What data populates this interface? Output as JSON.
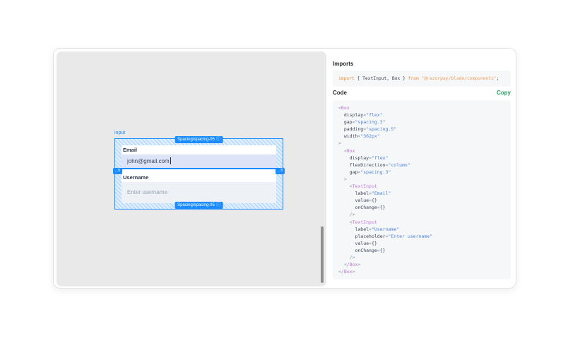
{
  "canvas": {
    "frame_label": "input",
    "spacing_badges": {
      "top": "Spacing/spacing-05",
      "bottom": "Spacing/spacing-05",
      "left": "...5",
      "right": "...5"
    },
    "form": {
      "email": {
        "label": "Email",
        "value": "john@gmail.com"
      },
      "username": {
        "label": "Username",
        "placeholder": "Enter username"
      }
    }
  },
  "panel": {
    "imports": {
      "heading": "Imports",
      "tokens": [
        [
          "kw",
          "import"
        ],
        [
          "pl",
          " { TextInput, Box } "
        ],
        [
          "kw",
          "from"
        ],
        [
          "pl",
          " "
        ],
        [
          "strimp",
          "\"@razorpay/blade/components\""
        ],
        [
          "pl",
          ";"
        ]
      ]
    },
    "code": {
      "heading": "Code",
      "copy_label": "Copy",
      "lines": [
        [
          [
            "p",
            "<"
          ],
          [
            "tag",
            "Box"
          ]
        ],
        [
          [
            "pl",
            "  display"
          ],
          [
            "p",
            "="
          ],
          [
            "str",
            "\"flex\""
          ]
        ],
        [
          [
            "pl",
            "  gap"
          ],
          [
            "p",
            "="
          ],
          [
            "str",
            "\"spacing.3\""
          ]
        ],
        [
          [
            "pl",
            "  padding"
          ],
          [
            "p",
            "="
          ],
          [
            "str",
            "\"spacing.5\""
          ]
        ],
        [
          [
            "pl",
            "  width"
          ],
          [
            "p",
            "="
          ],
          [
            "str",
            "\"362px\""
          ]
        ],
        [
          [
            "p",
            ">"
          ]
        ],
        [
          [
            "pl",
            "  "
          ],
          [
            "p",
            "<"
          ],
          [
            "tag",
            "Box"
          ]
        ],
        [
          [
            "pl",
            "    display"
          ],
          [
            "p",
            "="
          ],
          [
            "str",
            "\"flex\""
          ]
        ],
        [
          [
            "pl",
            "    flexDirection"
          ],
          [
            "p",
            "="
          ],
          [
            "str",
            "\"column\""
          ]
        ],
        [
          [
            "pl",
            "    gap"
          ],
          [
            "p",
            "="
          ],
          [
            "str",
            "\"spacing.3\""
          ]
        ],
        [
          [
            "pl",
            "  "
          ],
          [
            "p",
            ">"
          ]
        ],
        [
          [
            "pl",
            "    "
          ],
          [
            "p",
            "<"
          ],
          [
            "tag",
            "TextInput"
          ]
        ],
        [
          [
            "pl",
            "      label"
          ],
          [
            "p",
            "="
          ],
          [
            "str",
            "\"Email\""
          ]
        ],
        [
          [
            "pl",
            "      value"
          ],
          [
            "p",
            "="
          ],
          [
            "pl",
            "{}"
          ]
        ],
        [
          [
            "pl",
            "      onChange"
          ],
          [
            "p",
            "="
          ],
          [
            "pl",
            "{}"
          ]
        ],
        [
          [
            "pl",
            "    "
          ],
          [
            "p",
            "/>"
          ]
        ],
        [
          [
            "pl",
            "    "
          ],
          [
            "p",
            "<"
          ],
          [
            "tag",
            "TextInput"
          ]
        ],
        [
          [
            "pl",
            "      label"
          ],
          [
            "p",
            "="
          ],
          [
            "str",
            "\"Username\""
          ]
        ],
        [
          [
            "pl",
            "      placeholder"
          ],
          [
            "p",
            "="
          ],
          [
            "str",
            "\"Enter username\""
          ]
        ],
        [
          [
            "pl",
            "      value"
          ],
          [
            "p",
            "="
          ],
          [
            "pl",
            "{}"
          ]
        ],
        [
          [
            "pl",
            "      onChange"
          ],
          [
            "p",
            "="
          ],
          [
            "pl",
            "{}"
          ]
        ],
        [
          [
            "pl",
            "    "
          ],
          [
            "p",
            "/>"
          ]
        ],
        [
          [
            "pl",
            "  "
          ],
          [
            "p",
            "</"
          ],
          [
            "tag",
            "Box"
          ],
          [
            "p",
            ">"
          ]
        ],
        [
          [
            "p",
            "</"
          ],
          [
            "tag",
            "Box"
          ],
          [
            "p",
            ">"
          ]
        ]
      ]
    }
  },
  "icons": {
    "info": "ⓘ"
  },
  "colors": {
    "selection_blue": "#1a8cff",
    "canvas_gray": "#e9e9e9",
    "code_bg": "#f6f7f9",
    "copy_green": "#27a163",
    "keyword_orange": "#ec8e3c",
    "import_string_orange": "#eda05a",
    "jsx_string_blue": "#4a7fd6",
    "jsx_tag_purple": "#bd76d4",
    "email_input_bg": "#dde4f8",
    "username_input_bg": "#eef1f5"
  }
}
